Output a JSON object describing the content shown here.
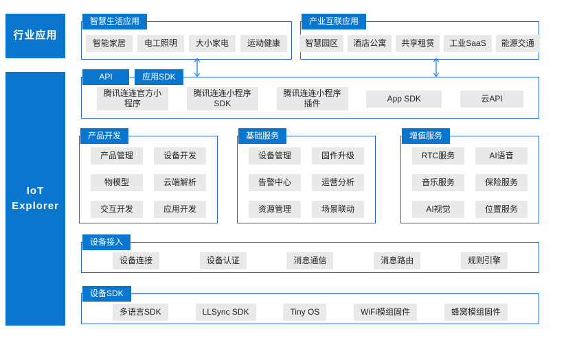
{
  "colors": {
    "brand_blue": "#0a76cd",
    "border_blue": "#2364e0",
    "chip_bg": "#e9e9e9",
    "chip_text": "#222222",
    "arrow_blue": "#2f86e0"
  },
  "left_rail": {
    "industry": "行业应用",
    "iot_line1": "IoT",
    "iot_line2": "Explorer"
  },
  "groups": {
    "smart_life": {
      "title": "智慧生活应用",
      "chips": [
        "智能家居",
        "电工照明",
        "大小家电",
        "运动健康"
      ]
    },
    "industrial": {
      "title": "产业互联应用",
      "chips": [
        "智慧园区",
        "酒店公寓",
        "共享租赁",
        "工业SaaS",
        "能源交通"
      ]
    },
    "app_layer": {
      "tabs": [
        "API",
        "应用SDK"
      ],
      "chips": [
        "腾讯连连官方小程序",
        "腾讯连连小程序SDK",
        "腾讯连连小程序插件",
        "App SDK",
        "云API"
      ]
    },
    "product_dev": {
      "title": "产品开发",
      "chips": [
        "产品管理",
        "设备开发",
        "物模型",
        "云端解析",
        "交互开发",
        "应用开发"
      ]
    },
    "basic_service": {
      "title": "基础服务",
      "chips": [
        "设备管理",
        "固件升级",
        "告警中心",
        "运营分析",
        "资源管理",
        "场景联动"
      ]
    },
    "value_added": {
      "title": "增值服务",
      "chips": [
        "RTC服务",
        "AI语音",
        "音乐服务",
        "保险服务",
        "AI视觉",
        "位置服务"
      ]
    },
    "device_access": {
      "title": "设备接入",
      "chips": [
        "设备连接",
        "设备认证",
        "消息通信",
        "消息路由",
        "规则引擎"
      ]
    },
    "device_sdk": {
      "title": "设备SDK",
      "chips": [
        "多语言SDK",
        "LLSync SDK",
        "Tiny OS",
        "WiFi模组固件",
        "蜂窝模组固件"
      ]
    }
  }
}
